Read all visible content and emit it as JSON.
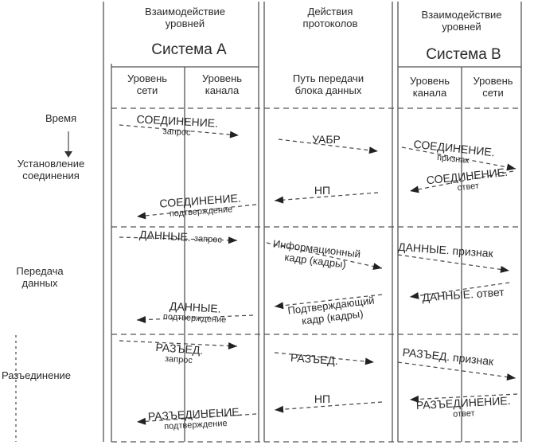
{
  "headers": {
    "left_top": "Взаимодействие\nуровней",
    "left_system": "Система А",
    "middle_top": "Действия\nпротоколов",
    "right_top": "Взаимодействие\nуровней",
    "right_system": "Система В"
  },
  "columns": {
    "a_network": "Уровень\nсети",
    "a_link": "Уровень\nканала",
    "path": "Путь передачи\nблока данных",
    "b_link": "Уровень\nканала",
    "b_network": "Уровень\nсети"
  },
  "time": {
    "label": "Время",
    "phases": [
      "Установление\nсоединения",
      "Передача\nданных",
      "Разъединение"
    ]
  },
  "messages": {
    "a_conn_req": [
      "СОЕДИНЕНИЕ.",
      "запрос"
    ],
    "uabr": "УАБР",
    "b_conn_ind": [
      "СОЕДИНЕНИЕ.",
      "признак"
    ],
    "b_conn_resp": [
      "СОЕДИНЕНИЕ.",
      "ответ"
    ],
    "np1": "НП",
    "a_conn_conf": [
      "СОЕДИНЕНИЕ.",
      "подтверждение"
    ],
    "a_data_req": [
      "ДАННЫЕ.",
      "запрос"
    ],
    "info_frame": [
      "Информационный",
      "кадр (кадры)"
    ],
    "b_data_ind": "ДАННЫЕ. признак",
    "b_data_resp": "ДАННЫЕ. ответ",
    "ack_frame": [
      "Подтверждающий",
      "кадр (кадры)"
    ],
    "a_data_conf": [
      "ДАННЫЕ.",
      "подтверждение"
    ],
    "a_disc_req": [
      "РАЗЪЕД.",
      "запрос"
    ],
    "disc": "РАЗЪЕД.",
    "b_disc_ind": "РАЗЪЕД. признак",
    "np2": "НП",
    "b_disc_resp": [
      "РАЗЪЕДИНЕНИЕ.",
      "ответ"
    ],
    "a_disc_conf": [
      "РАЗЪЕДИНЕНИЕ.",
      "подтверждение"
    ]
  }
}
